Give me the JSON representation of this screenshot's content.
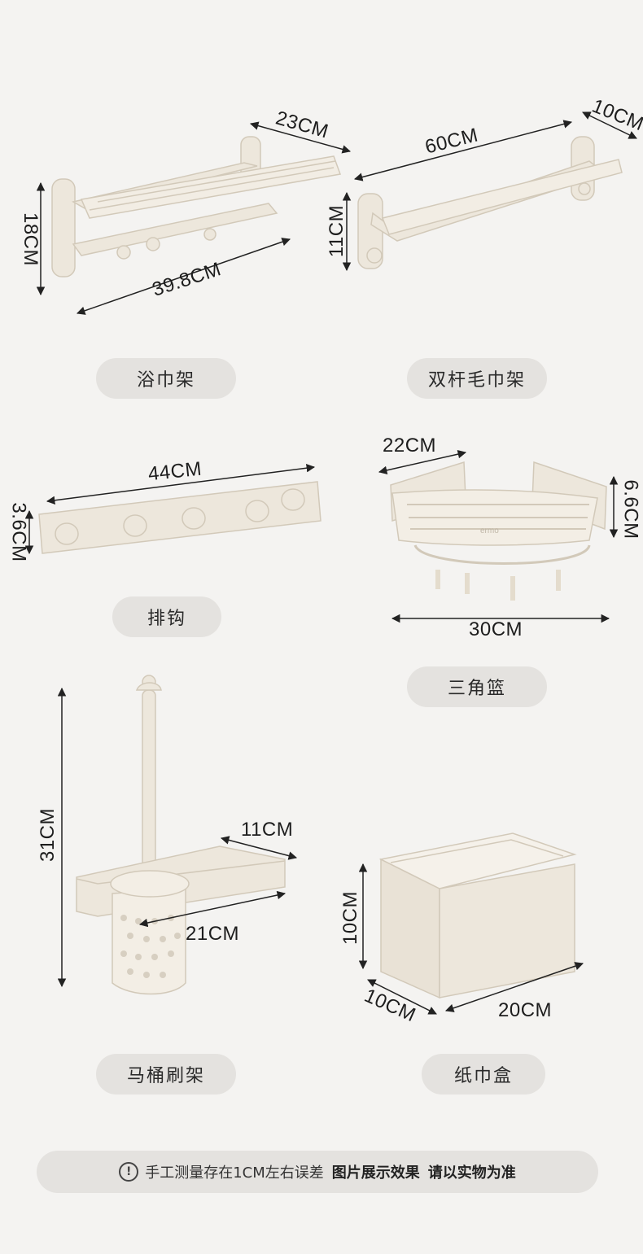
{
  "products": [
    {
      "name": "浴巾架",
      "dims": [
        "23CM",
        "18CM",
        "39.8CM"
      ]
    },
    {
      "name": "双杆毛巾架",
      "dims": [
        "10CM",
        "60CM",
        "11CM"
      ]
    },
    {
      "name": "排钩",
      "dims": [
        "44CM",
        "3.6CM"
      ]
    },
    {
      "name": "三角篮",
      "dims": [
        "22CM",
        "6.6CM",
        "30CM"
      ],
      "brand": "ermo"
    },
    {
      "name": "马桶刷架",
      "dims": [
        "11CM",
        "31CM",
        "21CM"
      ]
    },
    {
      "name": "纸巾盒",
      "dims": [
        "10CM",
        "10CM",
        "20CM"
      ]
    }
  ],
  "notice": {
    "icon": "exclamation-circle-icon",
    "text": "手工测量存在1CM左右误差",
    "bold1": "图片展示效果",
    "bold2": "请以实物为准"
  },
  "colors": {
    "background": "#f4f3f1",
    "pill": "#e4e2df",
    "product": "#ece6da"
  }
}
